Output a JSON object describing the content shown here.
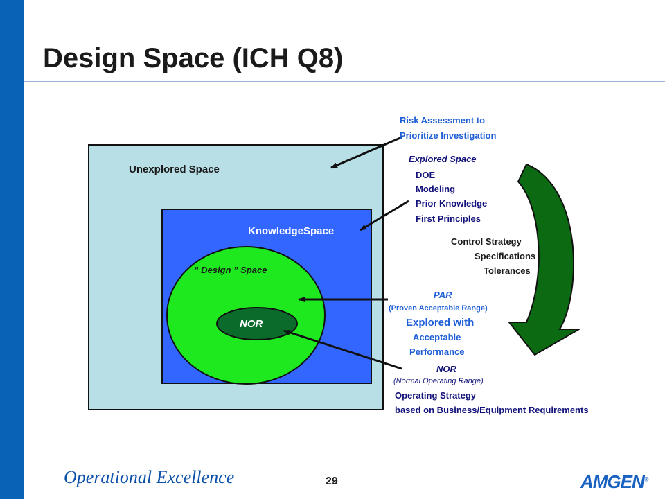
{
  "slide": {
    "title": "Design Space (ICH Q8)",
    "page_number": "29",
    "footer": "Operational Excellence",
    "logo": "AMGEN",
    "logo_mark": "®"
  },
  "diagram": {
    "unexplored_label": "Unexplored Space",
    "knowledge_label": "KnowledgeSpace",
    "design_label": "“ Design ”  Space",
    "nor_label": "NOR"
  },
  "annotations": {
    "risk_line1": "Risk Assessment to",
    "risk_line2": "Prioritize Investigation",
    "explored_title": "Explored Space",
    "explored_items": [
      "DOE",
      "Modeling",
      "Prior Knowledge",
      "First Principles"
    ],
    "control_title": "Control Strategy",
    "control_items": [
      "Specifications",
      "Tolerances"
    ],
    "par_title": "PAR",
    "par_full": "(Proven  Acceptable  Range)",
    "par_line1": "Explored with",
    "par_line2": "Acceptable",
    "par_line3": "Performance",
    "nor_title": "NOR",
    "nor_full": "(Normal  Operating  Range)",
    "nor_line1": "Operating Strategy",
    "nor_line2": "based on Business/Equipment Requirements"
  },
  "colors": {
    "sidebar": "#0a62b7",
    "unexplored_fill": "#b8dfe6",
    "knowledge_fill": "#3366ff",
    "design_fill": "#1ee81e",
    "nor_fill": "#0a6b2a",
    "arrow_fill": "#0b6a12"
  }
}
